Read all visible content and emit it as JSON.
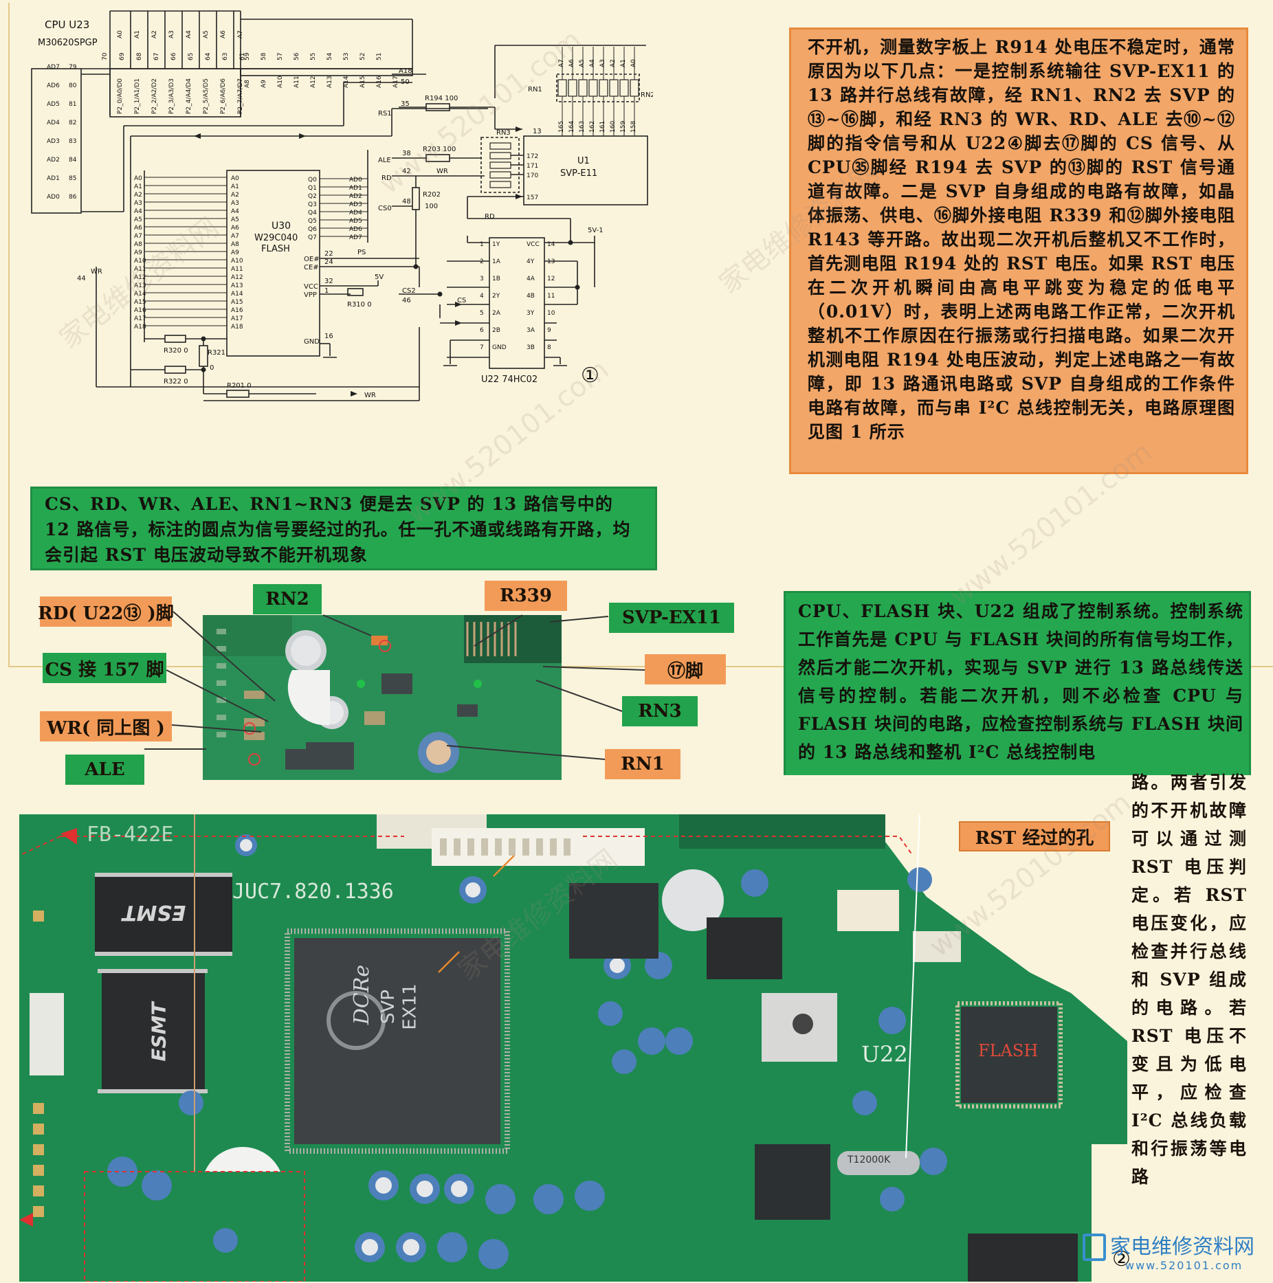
{
  "schematic": {
    "cpu_label": "CPU U23",
    "cpu_part": "M30620SPGP",
    "flash_label": "U30",
    "flash_part": "W29C040",
    "flash_type": "FLASH",
    "svp_label": "U1",
    "svp_part": "SVP-E11",
    "logic_label": "U22 74HC02",
    "figure_no": "①",
    "cpu_top_pins": [
      "A0",
      "A1",
      "A2",
      "A3",
      "A4",
      "A5",
      "A6",
      "A7"
    ],
    "cpu_top_nums": [
      "70",
      "69",
      "68",
      "67",
      "66",
      "65",
      "64",
      "63",
      "61"
    ],
    "p2_labels": [
      "P2_0/A0/D0",
      "P2_1/A1/D1",
      "P2_2/A2/D2",
      "P2_3/A3/D3",
      "P2_4/A4/D4",
      "P2_5/A5/D5",
      "P2_6/A6/D6",
      "P2_7/A7/D7"
    ],
    "addr_top_labels": [
      "A8",
      "A9",
      "A10",
      "A11",
      "A12",
      "A13",
      "A14",
      "A15",
      "A16",
      "A17"
    ],
    "addr_top_nums": [
      "59",
      "58",
      "57",
      "56",
      "55",
      "54",
      "53",
      "52",
      "51"
    ],
    "ad_rows": [
      {
        "name": "AD7",
        "num": "79"
      },
      {
        "name": "AD6",
        "num": "80"
      },
      {
        "name": "AD5",
        "num": "81"
      },
      {
        "name": "AD4",
        "num": "82"
      },
      {
        "name": "AD3",
        "num": "83"
      },
      {
        "name": "AD2",
        "num": "84"
      },
      {
        "name": "AD1",
        "num": "85"
      },
      {
        "name": "AD0",
        "num": "86"
      }
    ],
    "flash_pins_left": [
      "A0",
      "A1",
      "A2",
      "A3",
      "A4",
      "A5",
      "A6",
      "A7",
      "A8",
      "A9",
      "A10",
      "A11",
      "A12",
      "A13",
      "A14",
      "A15",
      "A16",
      "A17",
      "A18"
    ],
    "flash_pins_right": [
      "Q0",
      "Q1",
      "Q2",
      "Q3",
      "Q4",
      "Q5",
      "Q6",
      "Q7"
    ],
    "flash_data_out": [
      "AD0",
      "AD1",
      "AD2",
      "AD3",
      "AD4",
      "AD5",
      "AD6",
      "AD7"
    ],
    "svp_top_pins": [
      "A7",
      "A6",
      "A5",
      "A4",
      "A3",
      "A2",
      "A1",
      "A0"
    ],
    "svp_top_nums": [
      "165",
      "164",
      "163",
      "162",
      "161",
      "160",
      "159",
      "158"
    ],
    "svp_side_pins": [
      "172",
      "171",
      "170",
      "157"
    ],
    "u22_left": [
      "1Y",
      "1A",
      "1B",
      "2Y",
      "2A",
      "2B",
      "GND"
    ],
    "u22_right": [
      "VCC",
      "4Y",
      "4A",
      "4B",
      "3Y",
      "3A",
      "3B"
    ],
    "u22_left_nums": [
      "1",
      "2",
      "3",
      "4",
      "5",
      "6",
      "7"
    ],
    "u22_right_nums": [
      "14",
      "13",
      "12",
      "11",
      "10",
      "9",
      "8"
    ],
    "signals": {
      "a18": "A18",
      "n50": "50",
      "rs1": "RS1",
      "n35": "35",
      "r194": "R194  100",
      "ale": "ALE",
      "n38": "38",
      "r203": "R203  100",
      "rd": "RD",
      "n42": "42",
      "wr": "WR",
      "cso": "CS0",
      "n48": "48",
      "r202": "R202",
      "r202v": "100",
      "rd2": "RD",
      "ps": "PS",
      "cs2": "CS2",
      "n46": "46",
      "cs": "CS",
      "v5": "5V",
      "v5v1": "5V-1",
      "r310": "R310  0",
      "r320": "R320  0",
      "r321": "R321",
      "r321v": "0",
      "r322": "R322  0",
      "r201": "R201  0",
      "wr_bottom": "WR",
      "n44": "44",
      "wr_left": "WR",
      "rn1": "RN1",
      "rn2": "RN2",
      "rn3": "RN3",
      "n13": "13",
      "oe": "OE#",
      "ce": "CE#",
      "vcc": "VCC",
      "vpp": "VPP",
      "gnd": "GND",
      "n22": "22",
      "n24": "24",
      "n32": "32",
      "n16": "16",
      "n1": "1"
    }
  },
  "orange_note": "不开机，测量数字板上 R914 处电压不稳定时，通常原因为以下几点：一是控制系统输往 SVP-EX11 的 13 路并行总线有故障，经 RN1、RN2 去 SVP 的⑬~⑯脚，和经 RN3 的 WR、RD、ALE 去⑩~⑫脚的指令信号和从 U22④脚去⑰脚的 CS 信号、从 CPU㉟脚经 R194 去 SVP 的⑬脚的 RST 信号通道有故障。二是 SVP 自身组成的电路有故障，如晶体振荡、供电、⑯脚外接电阻 R339 和⑫脚外接电阻 R143 等开路。故出现二次开机后整机又不工作时，首先测电阻 R194 处的 RST 电压。如果 RST 电压在二次开机瞬间由高电平跳变为稳定的低电平（0.01V）时，表明上述两电路工作正常，二次开机整机不工作原因在行振荡或行扫描电路。如果二次开机测电阻 R194 处电压波动，判定上述电路之一有故障，即 13 路通讯电路或 SVP 自身组成的工作条件电路有故障，而与串 I²C 总线控制无关，电路原理图见图 1 所示",
  "green_note_1": "CS、RD、WR、ALE、RN1~RN3 便是去 SVP 的 13 路信号中的 12 路信号，标注的圆点为信号要经过的孔。任一孔不通或线路有开路，均会引起 RST 电压波动导致不能开机现象",
  "green_note_2_wide": "CPU、FLASH 块、U22 组成了控制系统。控制系统工作首先是 CPU 与 FLASH 块间的所有信号均工作，然后才能二次开机，实现与 SVP 进行 13 路总线传送信号的控制。若能二次开机，则不必检查 CPU 与 FLASH 块间的电路，应检查控制系统与 FLASH 块间的 13 路总线和整机 I²C 总线控制电",
  "green_note_2_narrow": "路。两者引发的不开机故障可以通过测 RST 电压判定。若 RST 电压变化，应检查并行总线和 SVP 组成的电路。若 RST 电压不变且为低电平，应检查 I²C 总线负载和行振荡等电路",
  "labels": {
    "rd_pin": "RD( U22⑬ )脚",
    "cs_pin": "CS 接 157 脚",
    "wr_same": "WR( 同上图 )",
    "ale": "ALE",
    "rn2": "RN2",
    "r339": "R339",
    "svp_ex11": "SVP-EX11",
    "pin17": "⑰脚",
    "rn3": "RN3",
    "rn1": "RN1",
    "rst_hole": "RST 经过的孔"
  },
  "board": {
    "model_silk": "FB-422E",
    "part_silk": "JUC7.820.1336",
    "chip_brand": "DCRe",
    "chip_name": "SVP",
    "chip_code": "EX11",
    "u22_silk": "U22",
    "flash_silk": "FLASH",
    "crystal": "T12000K",
    "esmt": "ESMT"
  },
  "figure2_no": "②",
  "watermark_site": "www.520101.com",
  "watermark_cn": "家电维修资料网",
  "logo_text": "家电维修资料网",
  "logo_url": "www.520101.com",
  "colors": {
    "orange": "#f2a668",
    "green": "#25a750",
    "board": "#1f8a4e",
    "paper": "#fbf4dc"
  }
}
